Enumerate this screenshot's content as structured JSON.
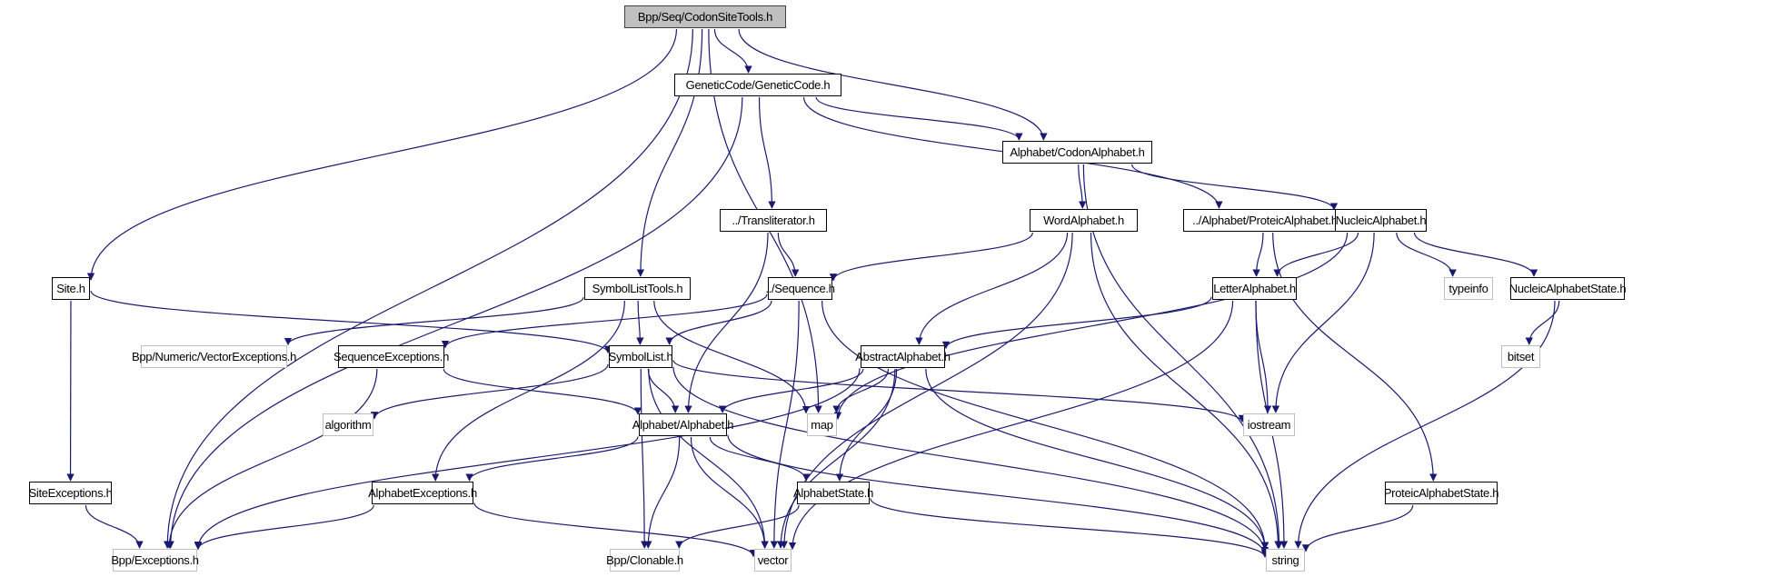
{
  "diagram": {
    "type": "include-dependency-graph",
    "root": "codonsitetools",
    "colors": {
      "edge": "#191970",
      "root_fill": "#bfbfbf",
      "documented_border": "#000000",
      "external_border": "#bfbfbf"
    },
    "nodes": [
      {
        "id": "codonsitetools",
        "label": "Bpp/Seq/CodonSiteTools.h",
        "kind": "root"
      },
      {
        "id": "geneticcode",
        "label": "GeneticCode/GeneticCode.h",
        "kind": "documented"
      },
      {
        "id": "codonalphabet",
        "label": "Alphabet/CodonAlphabet.h",
        "kind": "documented"
      },
      {
        "id": "transliterator",
        "label": "../Transliterator.h",
        "kind": "documented"
      },
      {
        "id": "wordalphabet",
        "label": "WordAlphabet.h",
        "kind": "documented"
      },
      {
        "id": "proteicalphabet",
        "label": "../Alphabet/ProteicAlphabet.h",
        "kind": "documented"
      },
      {
        "id": "nucleicalphabet",
        "label": "NucleicAlphabet.h",
        "kind": "documented"
      },
      {
        "id": "site",
        "label": "Site.h",
        "kind": "documented"
      },
      {
        "id": "symbollisttools",
        "label": "SymbolListTools.h",
        "kind": "documented"
      },
      {
        "id": "sequence",
        "label": "../Sequence.h",
        "kind": "documented"
      },
      {
        "id": "letteralphabet",
        "label": "LetterAlphabet.h",
        "kind": "documented"
      },
      {
        "id": "typeinfo",
        "label": "typeinfo",
        "kind": "external"
      },
      {
        "id": "nucleicalphabetstate",
        "label": "NucleicAlphabetState.h",
        "kind": "documented"
      },
      {
        "id": "vectorexceptions",
        "label": "Bpp/Numeric/VectorExceptions.h",
        "kind": "external"
      },
      {
        "id": "sequenceexceptions",
        "label": "SequenceExceptions.h",
        "kind": "documented"
      },
      {
        "id": "symbollist",
        "label": "SymbolList.h",
        "kind": "documented"
      },
      {
        "id": "abstractalphabet",
        "label": "AbstractAlphabet.h",
        "kind": "documented"
      },
      {
        "id": "bitset",
        "label": "bitset",
        "kind": "external"
      },
      {
        "id": "algorithm",
        "label": "algorithm",
        "kind": "external"
      },
      {
        "id": "alphabet",
        "label": "Alphabet/Alphabet.h",
        "kind": "documented"
      },
      {
        "id": "map",
        "label": "map",
        "kind": "external"
      },
      {
        "id": "iostream",
        "label": "iostream",
        "kind": "external"
      },
      {
        "id": "siteexceptions",
        "label": "SiteExceptions.h",
        "kind": "documented"
      },
      {
        "id": "alphabetexceptions",
        "label": "AlphabetExceptions.h",
        "kind": "documented"
      },
      {
        "id": "alphabetstate",
        "label": "AlphabetState.h",
        "kind": "documented"
      },
      {
        "id": "proteicalphabetstate",
        "label": "ProteicAlphabetState.h",
        "kind": "documented"
      },
      {
        "id": "exceptions",
        "label": "Bpp/Exceptions.h",
        "kind": "external"
      },
      {
        "id": "clonable",
        "label": "Bpp/Clonable.h",
        "kind": "external"
      },
      {
        "id": "vector",
        "label": "vector",
        "kind": "external"
      },
      {
        "id": "string",
        "label": "string",
        "kind": "external"
      }
    ],
    "edges": [
      [
        "codonsitetools",
        "geneticcode"
      ],
      [
        "codonsitetools",
        "codonalphabet"
      ],
      [
        "codonsitetools",
        "site"
      ],
      [
        "codonsitetools",
        "symbollisttools"
      ],
      [
        "codonsitetools",
        "map"
      ],
      [
        "codonsitetools",
        "exceptions"
      ],
      [
        "geneticcode",
        "codonalphabet"
      ],
      [
        "geneticcode",
        "transliterator"
      ],
      [
        "geneticcode",
        "proteicalphabet"
      ],
      [
        "geneticcode",
        "exceptions"
      ],
      [
        "codonalphabet",
        "wordalphabet"
      ],
      [
        "codonalphabet",
        "nucleicalphabet"
      ],
      [
        "codonalphabet",
        "string"
      ],
      [
        "transliterator",
        "sequence"
      ],
      [
        "transliterator",
        "alphabet"
      ],
      [
        "wordalphabet",
        "sequence"
      ],
      [
        "wordalphabet",
        "abstractalphabet"
      ],
      [
        "wordalphabet",
        "vector"
      ],
      [
        "wordalphabet",
        "string"
      ],
      [
        "proteicalphabet",
        "letteralphabet"
      ],
      [
        "proteicalphabet",
        "proteicalphabetstate"
      ],
      [
        "nucleicalphabet",
        "letteralphabet"
      ],
      [
        "nucleicalphabet",
        "typeinfo"
      ],
      [
        "nucleicalphabet",
        "nucleicalphabetstate"
      ],
      [
        "nucleicalphabet",
        "map"
      ],
      [
        "nucleicalphabet",
        "iostream"
      ],
      [
        "site",
        "symbollist"
      ],
      [
        "site",
        "siteexceptions"
      ],
      [
        "symbollisttools",
        "symbollist"
      ],
      [
        "symbollisttools",
        "vectorexceptions"
      ],
      [
        "symbollisttools",
        "alphabetexceptions"
      ],
      [
        "symbollisttools",
        "map"
      ],
      [
        "sequence",
        "symbollist"
      ],
      [
        "sequence",
        "sequenceexceptions"
      ],
      [
        "sequence",
        "vector"
      ],
      [
        "sequence",
        "string"
      ],
      [
        "letteralphabet",
        "abstractalphabet"
      ],
      [
        "letteralphabet",
        "iostream"
      ],
      [
        "letteralphabet",
        "string"
      ],
      [
        "letteralphabet",
        "vector"
      ],
      [
        "nucleicalphabetstate",
        "bitset"
      ],
      [
        "nucleicalphabetstate",
        "string"
      ],
      [
        "sequenceexceptions",
        "alphabet"
      ],
      [
        "sequenceexceptions",
        "exceptions"
      ],
      [
        "symbollist",
        "alphabet"
      ],
      [
        "symbollist",
        "algorithm"
      ],
      [
        "symbollist",
        "iostream"
      ],
      [
        "symbollist",
        "vector"
      ],
      [
        "symbollist",
        "string"
      ],
      [
        "symbollist",
        "clonable"
      ],
      [
        "abstractalphabet",
        "alphabet"
      ],
      [
        "abstractalphabet",
        "map"
      ],
      [
        "abstractalphabet",
        "alphabetstate"
      ],
      [
        "abstractalphabet",
        "vector"
      ],
      [
        "abstractalphabet",
        "string"
      ],
      [
        "abstractalphabet",
        "exceptions"
      ],
      [
        "alphabet",
        "alphabetexceptions"
      ],
      [
        "alphabet",
        "alphabetstate"
      ],
      [
        "alphabet",
        "clonable"
      ],
      [
        "alphabet",
        "vector"
      ],
      [
        "alphabet",
        "string"
      ],
      [
        "siteexceptions",
        "exceptions"
      ],
      [
        "alphabetexceptions",
        "exceptions"
      ],
      [
        "alphabetexceptions",
        "vector"
      ],
      [
        "alphabetstate",
        "clonable"
      ],
      [
        "alphabetstate",
        "string"
      ],
      [
        "proteicalphabetstate",
        "string"
      ]
    ]
  }
}
